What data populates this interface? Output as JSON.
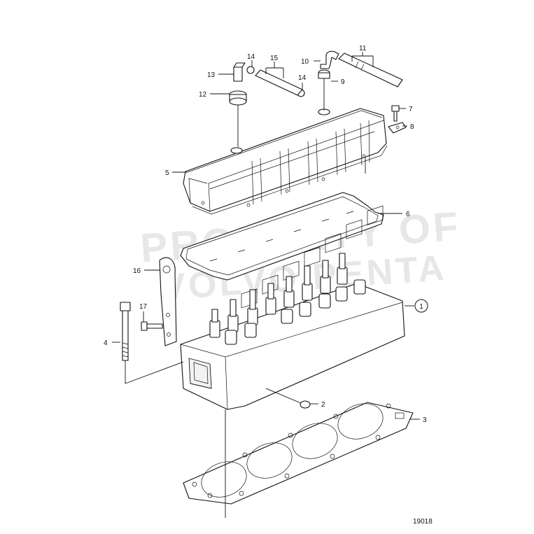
{
  "watermark": {
    "line1": "PROPERTY OF",
    "line2": "VOLVO PENTA"
  },
  "drawing_number": "19018",
  "callouts": [
    {
      "id": "1",
      "label": "1"
    },
    {
      "id": "2",
      "label": "2"
    },
    {
      "id": "3",
      "label": "3"
    },
    {
      "id": "4",
      "label": "4"
    },
    {
      "id": "5",
      "label": "5"
    },
    {
      "id": "6",
      "label": "6"
    },
    {
      "id": "7",
      "label": "7"
    },
    {
      "id": "8",
      "label": "8"
    },
    {
      "id": "9",
      "label": "9"
    },
    {
      "id": "10",
      "label": "10"
    },
    {
      "id": "11",
      "label": "11"
    },
    {
      "id": "12",
      "label": "12"
    },
    {
      "id": "13",
      "label": "13"
    },
    {
      "id": "14a",
      "label": "14"
    },
    {
      "id": "14b",
      "label": "14"
    },
    {
      "id": "15",
      "label": "15"
    },
    {
      "id": "16",
      "label": "16"
    },
    {
      "id": "17",
      "label": "17"
    }
  ]
}
